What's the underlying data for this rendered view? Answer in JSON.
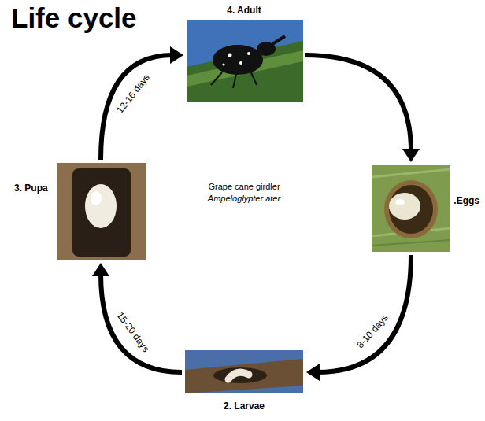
{
  "diagram": {
    "title": "Life cycle",
    "nodes": [
      {
        "text": [
          "4. Adult"
        ]
      },
      {
        "text": [
          ".Eggs"
        ]
      },
      {
        "text": [
          "3. Pupa"
        ]
      },
      {
        "text": [
          "2. Larvae"
        ]
      }
    ],
    "edges": [
      {
        "from": 0,
        "to": 1,
        "arrow": "to"
      },
      {
        "from": 1,
        "to": 3,
        "label": "8-10 days",
        "arrow": "to"
      },
      {
        "from": 3,
        "to": 2,
        "label": "15-20 days",
        "arrow": "to"
      },
      {
        "from": 2,
        "to": 0,
        "label": "12-16 days",
        "arrow": "to"
      }
    ],
    "labels": [
      "Grape cane girdler",
      "Ampeloglypter ater"
    ]
  }
}
